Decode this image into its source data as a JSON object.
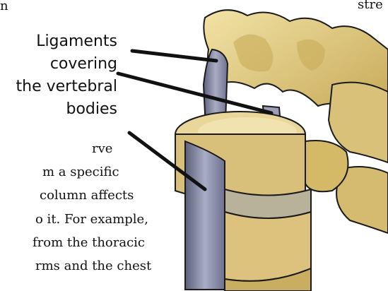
{
  "body_text": {
    "top_fragment": "n",
    "right_fragment": "stre",
    "lines": [
      "rve",
      "m a specific",
      "column affects",
      "o it. For example,",
      "from the thoracic",
      "rms and the chest"
    ]
  },
  "callout": {
    "label_lines": [
      "Ligaments",
      "covering",
      "the vertebral",
      "bodies"
    ]
  },
  "colors": {
    "bone": "#e6d28c",
    "bone_shadow": "#b69a45",
    "ligament": "#8a8fa8",
    "ligament_shadow": "#5d607a",
    "outline": "#1a1a1a"
  }
}
